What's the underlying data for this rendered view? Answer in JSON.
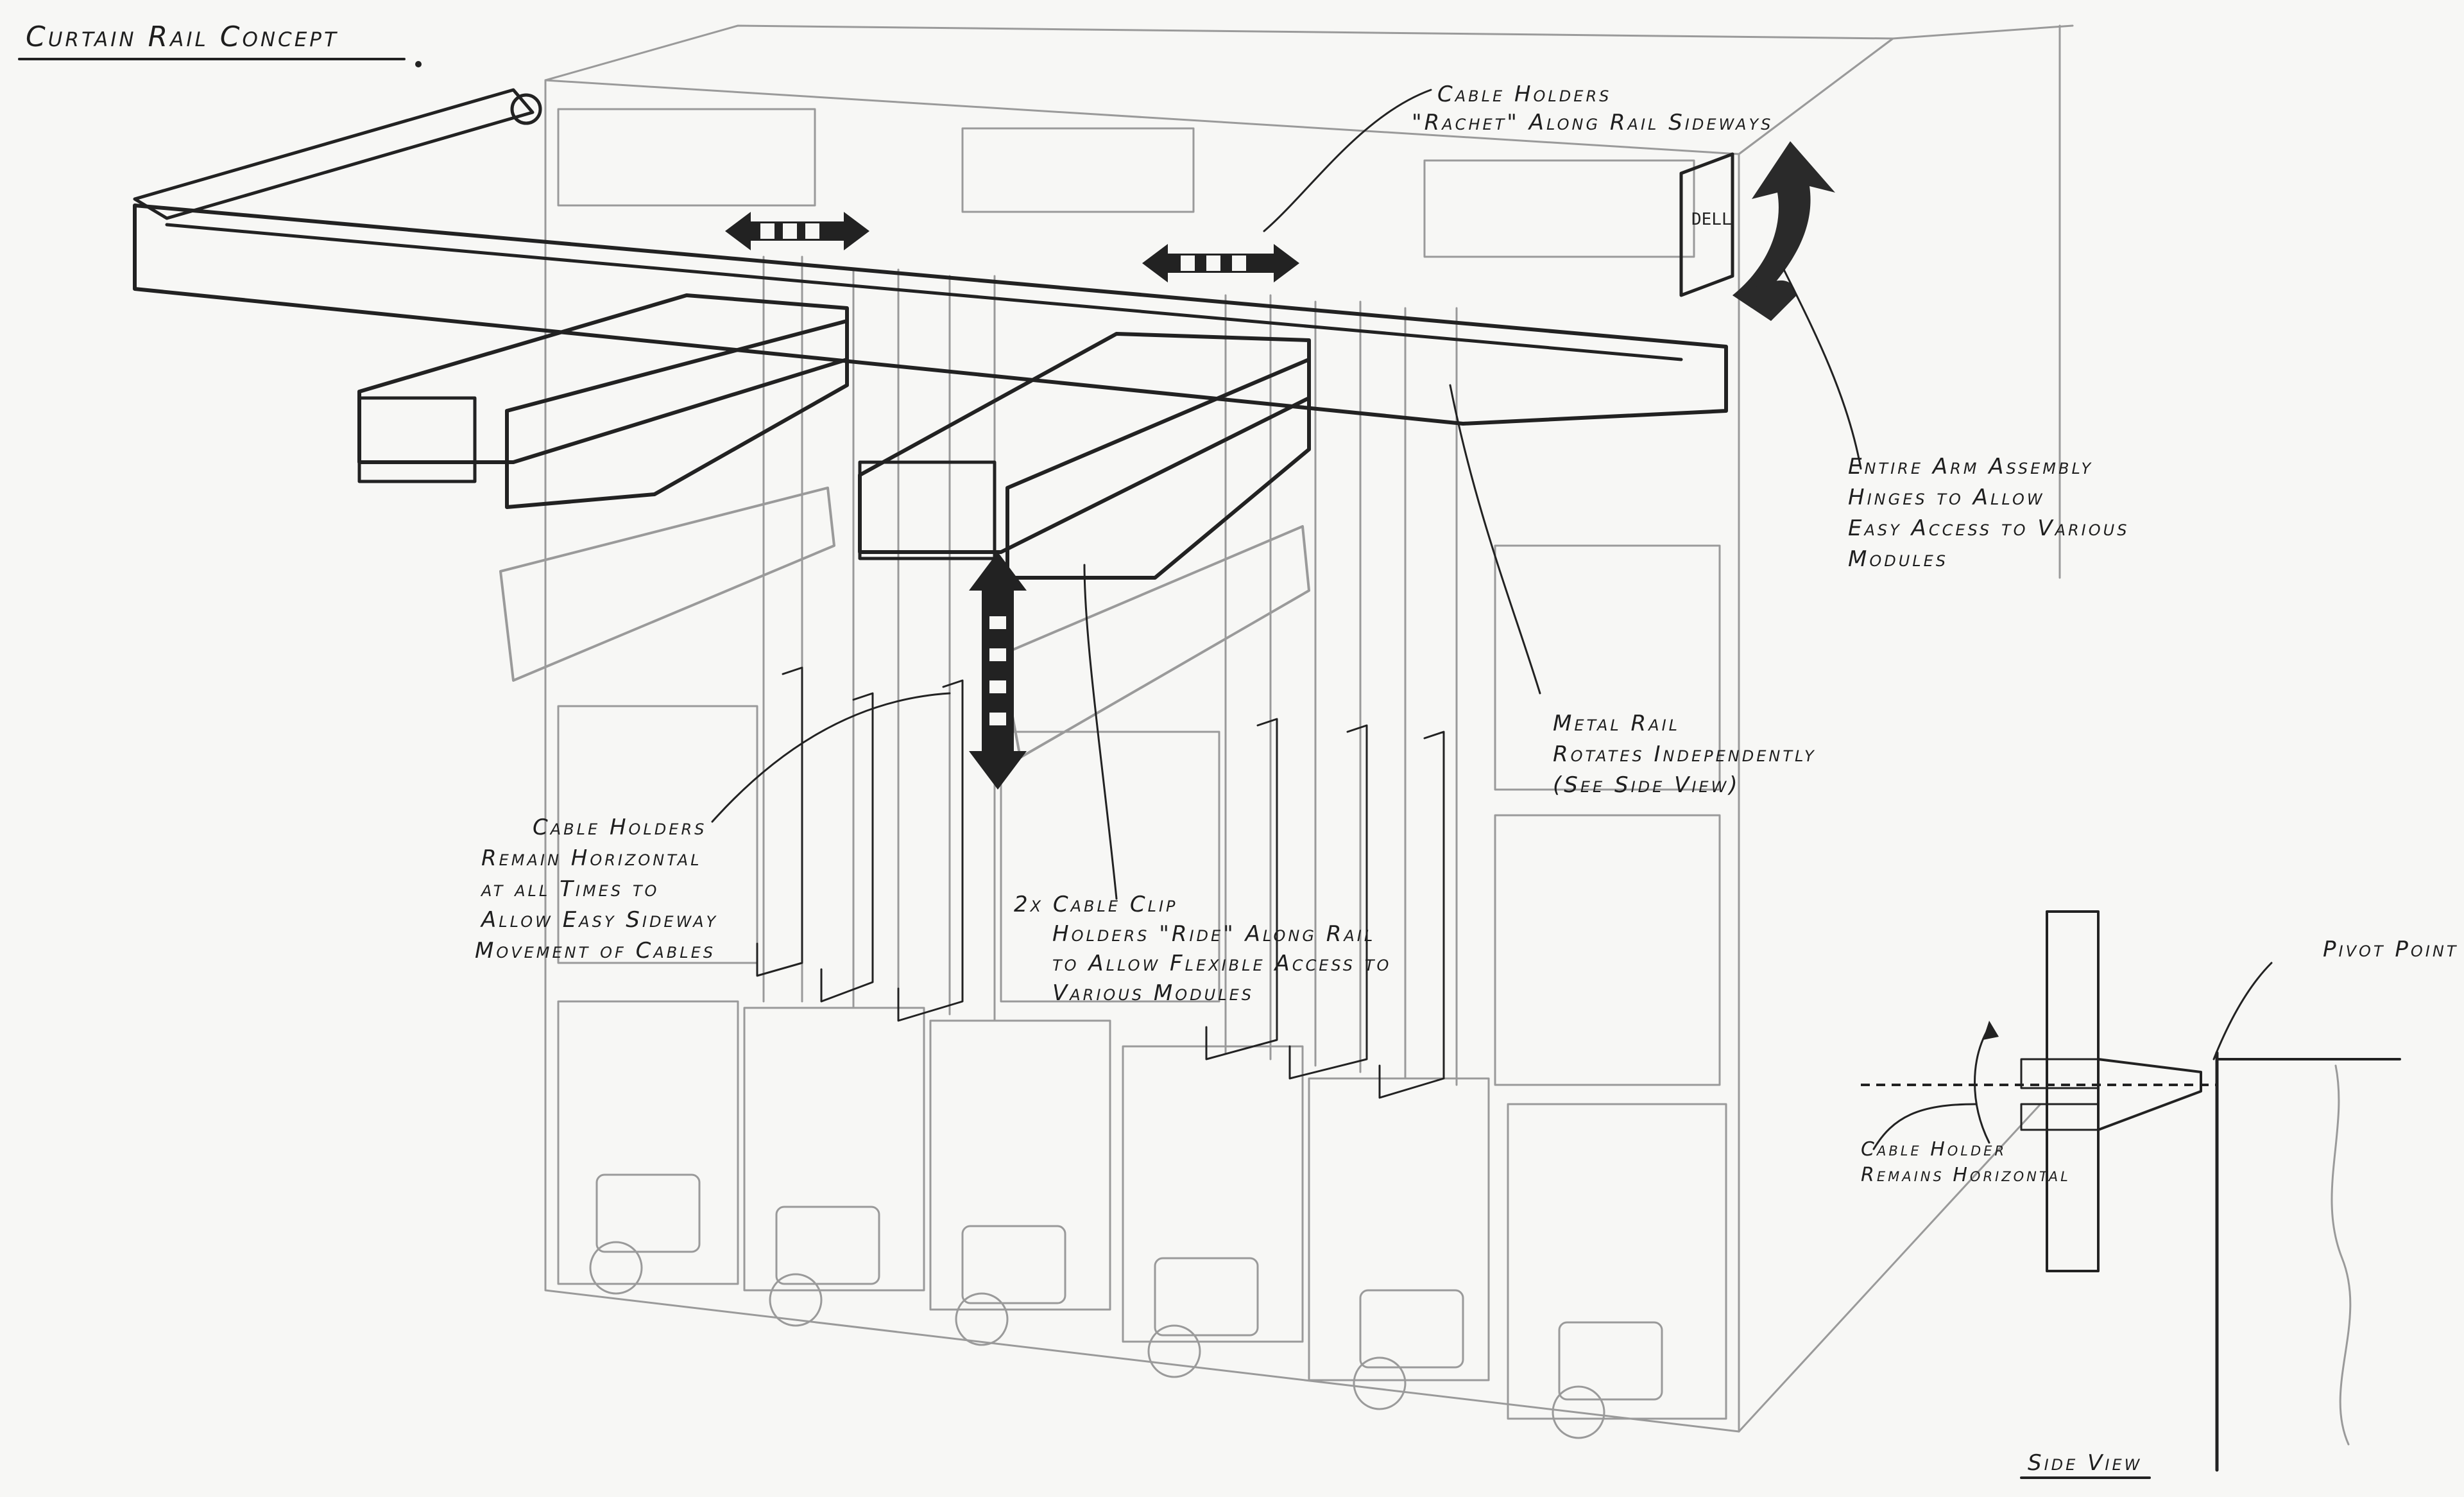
{
  "colors": {
    "ink": "#222222",
    "paper": "#f7f7f5",
    "shade": "#4a4a4a",
    "faint": "#9a9a9a"
  },
  "title": "Curtain Rail Concept",
  "labels": {
    "cable_holders_rachet": [
      "Cable Holders",
      "\"Rachet\" Along Rail Sideways"
    ],
    "arm_assembly": [
      "Entire Arm Assembly",
      "Hinges to Allow",
      "Easy Access to Various",
      "Modules"
    ],
    "metal_rail": [
      "Metal Rail",
      "Rotates Independently",
      "(See Side View)"
    ],
    "cable_holders_horizontal": [
      "Cable Holders",
      "Remain Horizontal",
      "at all Times to",
      "Allow Easy Sideway",
      "Movement of Cables"
    ],
    "clip_holders_ride": [
      "2x Cable Clip",
      "Holders \"Ride\" Along Rail",
      "to Allow Flexible Access to",
      "Various Modules"
    ],
    "pivot_point": "Pivot Point",
    "side_view_holder": [
      "Cable Holder",
      "Remains Horizontal"
    ],
    "side_view": "Side View",
    "badge": "DELL"
  },
  "icons": [
    "double-arrow-horizontal-icon",
    "double-arrow-vertical-icon",
    "curved-rotate-arrow-icon"
  ]
}
